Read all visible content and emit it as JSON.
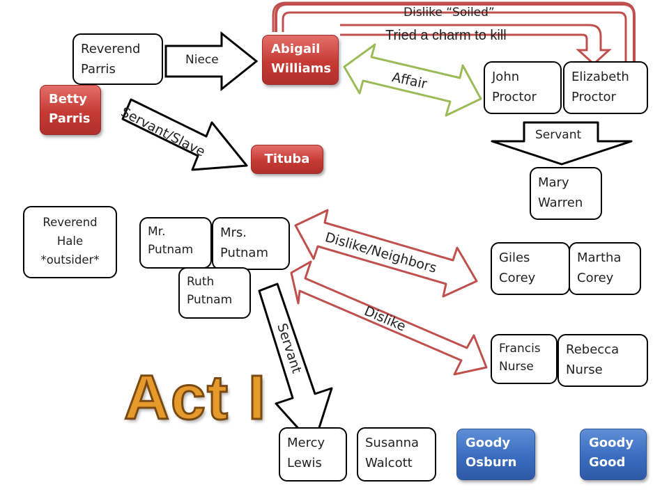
{
  "title": "Act I",
  "nodes": {
    "reverend_parris": "Reverend\nParris",
    "betty_parris": "Betty\nParris",
    "abigail_williams": "Abigail\nWilliams",
    "tituba": "Tituba",
    "john_proctor": "John\nProctor",
    "elizabeth_proctor": "Elizabeth\nProctor",
    "mary_warren": "Mary\nWarren",
    "reverend_hale": "Reverend\nHale\n*outsider*",
    "mr_putnam": "Mr.\nPutnam",
    "mrs_putnam": "Mrs.\nPutnam",
    "ruth_putnam": "Ruth\nPutnam",
    "giles_corey": "Giles\nCorey",
    "martha_corey": "Martha\nCorey",
    "francis_nurse": "Francis\nNurse",
    "rebecca_nurse": "Rebecca\nNurse",
    "mercy_lewis": "Mercy\nLewis",
    "susanna_walcott": "Susanna\nWalcott",
    "goody_osburn": "Goody\nOsburn",
    "goody_good": "Goody\nGood"
  },
  "relations": {
    "niece": "Niece",
    "servant_slave": "Servant/Slave",
    "affair": "Affair",
    "dislike_soiled": "Dislike “Soiled”",
    "tried_charm": "Tried a charm to kill",
    "servant_proctor": "Servant",
    "dislike_neighbors": "Dislike/Neighbors",
    "dislike": "Dislike",
    "servant_putnam": "Servant"
  },
  "colors": {
    "red_node": "#c73a34",
    "blue_node": "#3a6cc0",
    "red_arrow": "#c0504d",
    "green_arrow": "#9bbb59",
    "title_orange": "#e69a2c"
  }
}
